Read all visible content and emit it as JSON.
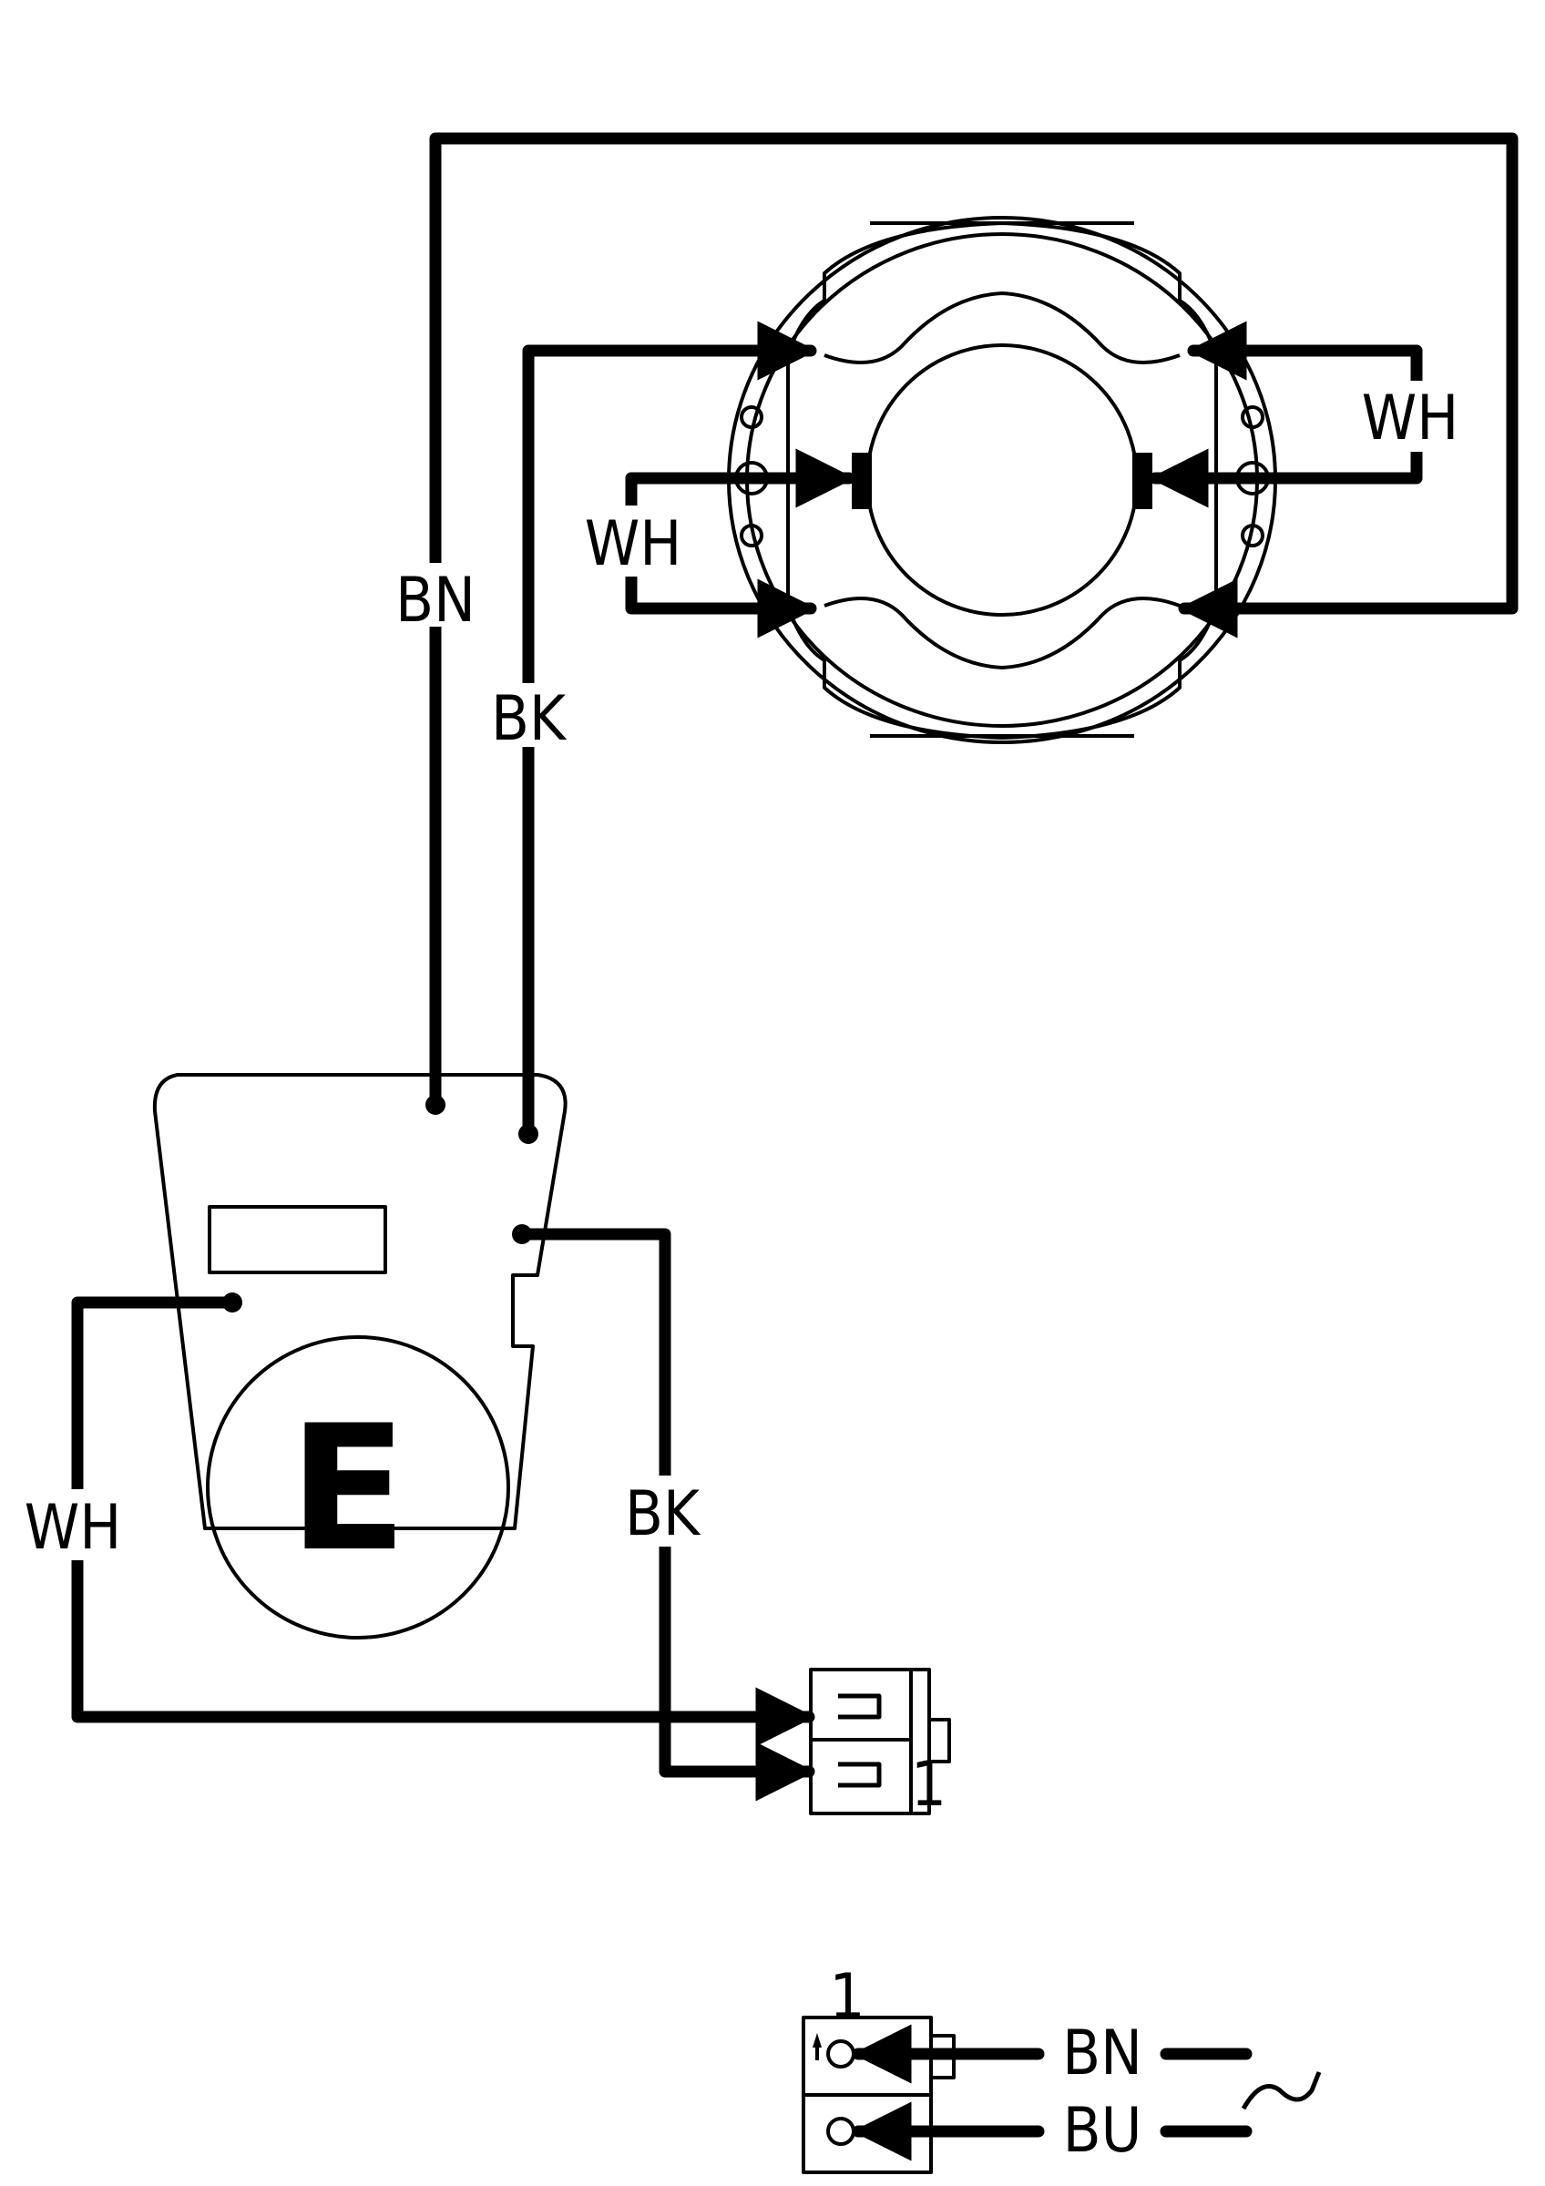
{
  "wire_labels": {
    "bn_vertical": "BN",
    "bk_vertical": "BK",
    "wh_motor_left": "WH",
    "wh_motor_right": "WH",
    "wh_component_left": "WH",
    "bk_component_right": "BK"
  },
  "component": {
    "label": "E"
  },
  "connector_top": {
    "pin_number": "1"
  },
  "connector_bottom": {
    "pin_number": "1"
  },
  "supply": {
    "line1_label": "BN",
    "line2_label": "BU",
    "ac_symbol": "~"
  }
}
